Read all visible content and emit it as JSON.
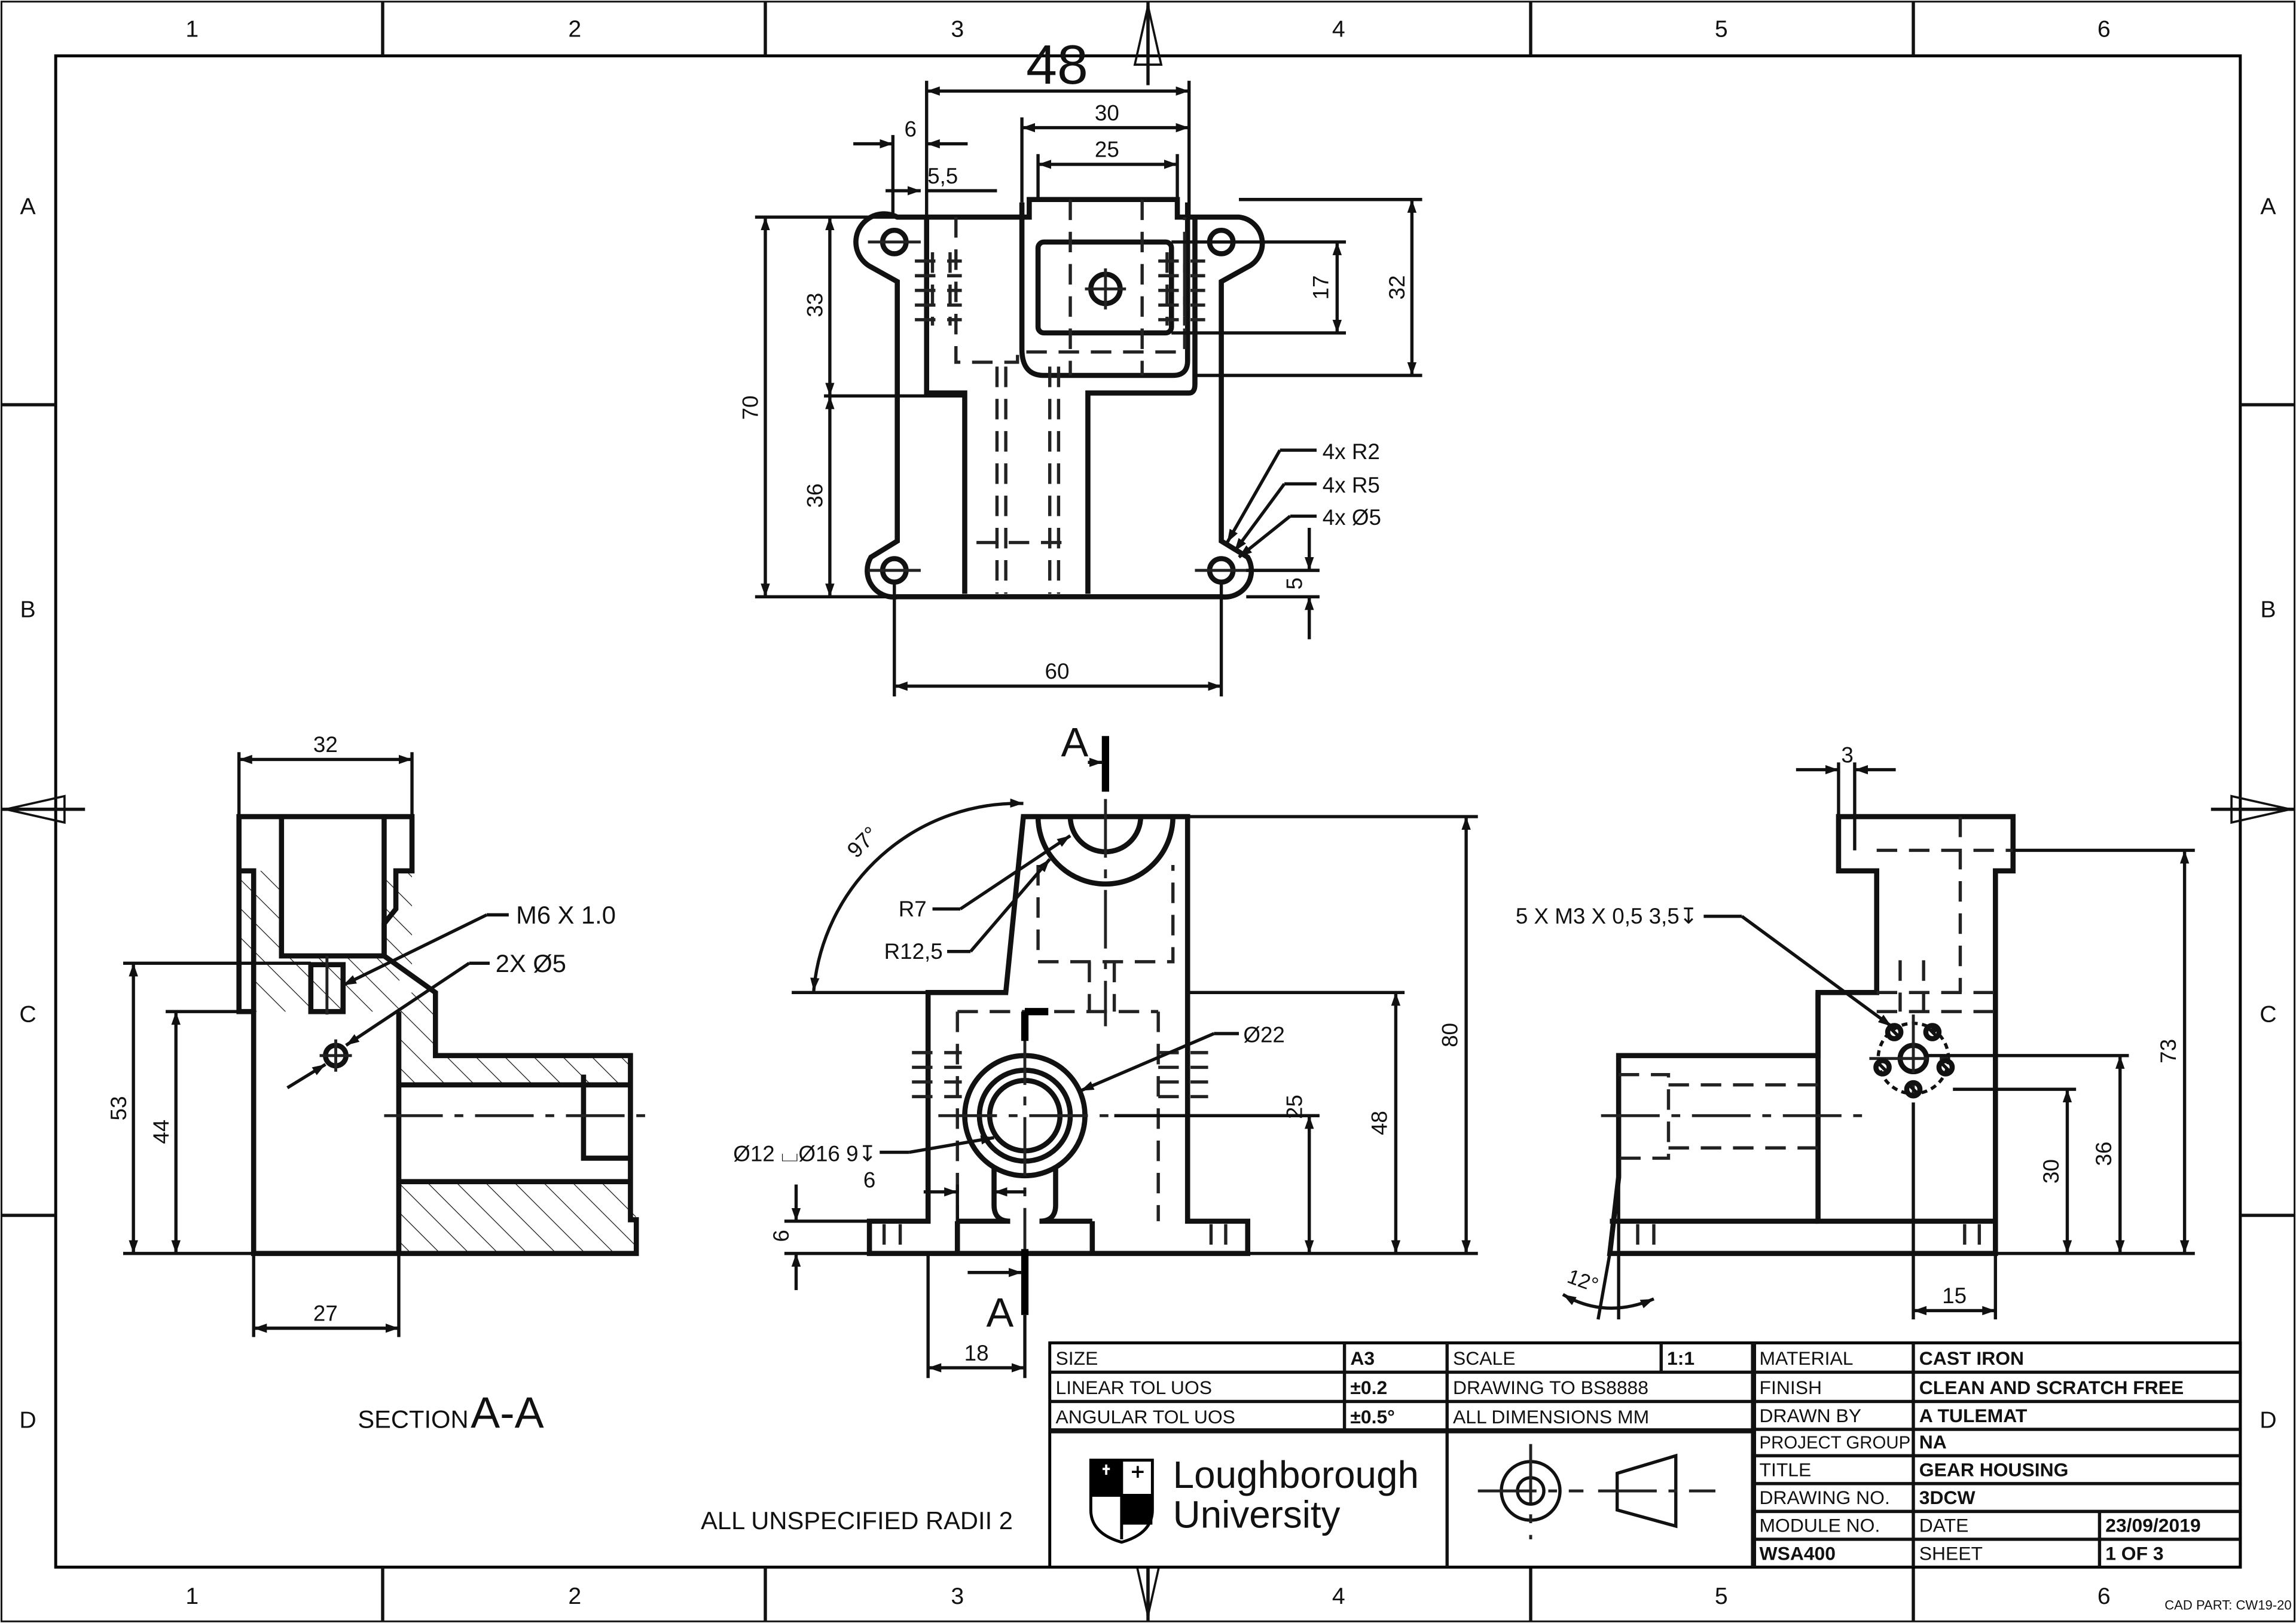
{
  "border": {
    "columns": [
      "1",
      "2",
      "3",
      "4",
      "5",
      "6"
    ],
    "rows": [
      "A",
      "B",
      "C",
      "D"
    ]
  },
  "top_view": {
    "dims": {
      "w48": "48",
      "w30": "30",
      "w25": "25",
      "w6": "6",
      "w5_5": "5,5",
      "h33": "33",
      "h70": "70",
      "h36": "36",
      "h17": "17",
      "h32": "32",
      "h5": "5",
      "w60": "60"
    },
    "callouts": [
      "4x  R2",
      "4x  R5",
      "4x  Ø5"
    ]
  },
  "section_view": {
    "dims": {
      "w32": "32",
      "w27": "27",
      "h53": "53",
      "h44": "44"
    },
    "callouts": {
      "thread": "M6 X 1.0",
      "holes": "2X  Ø5"
    },
    "title_prefix": "SECTION",
    "title_letters": "A-A"
  },
  "front_view": {
    "section_marker": "A",
    "dims": {
      "angle97": "97°",
      "r7": "R7",
      "r12_5": "R12,5",
      "d22": "Ø22",
      "h80": "80",
      "h48": "48",
      "h25": "25",
      "w6": "6",
      "h6": "6",
      "w18": "18"
    },
    "bore_callout": "Ø12 ⌴Ø16 9↧"
  },
  "side_view": {
    "dims": {
      "w3": "3",
      "h73": "73",
      "h36": "36",
      "h30": "30",
      "w15": "15",
      "angle12": "12°"
    },
    "thread_callout": "5 X M3 X 0,5  3,5↧"
  },
  "general_note": "ALL UNSPECIFIED RADII 2",
  "title_block": {
    "size_label": "SIZE",
    "size_value": "A3",
    "scale_label": "SCALE",
    "scale_value": "1:1",
    "linear_tol_label": "LINEAR TOL UOS",
    "linear_tol_value": "±0.2",
    "angular_tol_label": "ANGULAR TOL UOS",
    "angular_tol_value": "±0.5°",
    "standard": "DRAWING TO BS8888",
    "units": "ALL DIMENSIONS MM",
    "university_line1": "Loughborough",
    "university_line2": "University",
    "material_label": "MATERIAL",
    "material_value": "CAST IRON",
    "finish_label": "FINISH",
    "finish_value": "CLEAN AND SCRATCH FREE",
    "drawn_by_label": "DRAWN BY",
    "drawn_by_value": "A TULEMAT",
    "project_group_label": "PROJECT GROUP",
    "project_group_value": "NA",
    "title_label": "TITLE",
    "title_value": "GEAR HOUSING",
    "drawing_no_label": "DRAWING NO.",
    "drawing_no_value": "3DCW",
    "module_no_label": "MODULE NO.",
    "module_no_value": "WSA400",
    "date_label": "DATE",
    "date_value": "23/09/2019",
    "sheet_label": "SHEET",
    "sheet_value": "1 OF 3"
  },
  "cad_part": "CAD PART: CW19-20"
}
